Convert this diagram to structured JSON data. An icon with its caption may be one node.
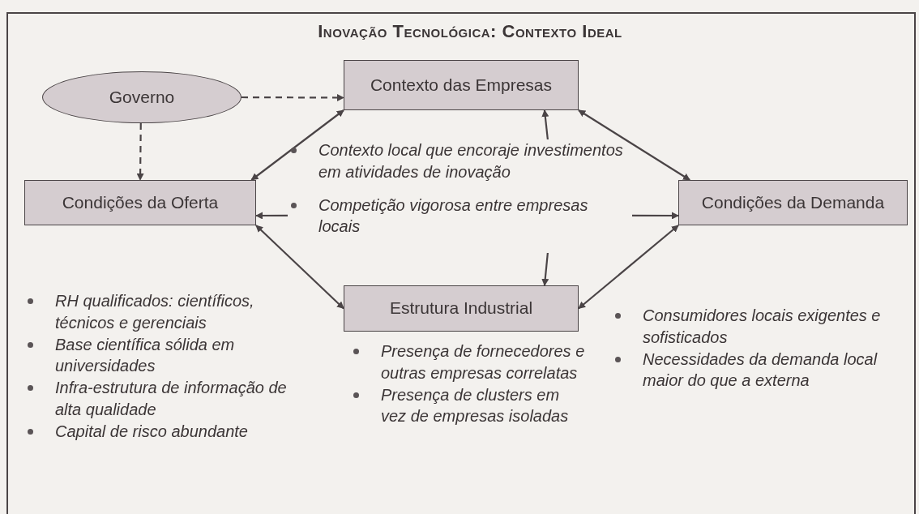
{
  "diagram": {
    "title": "Inovação Tecnológica: Contexto Ideal",
    "nodes": [
      {
        "text": [
          "Governo"
        ]
      },
      {
        "text": [
          "Contexto das Empresas"
        ]
      },
      {
        "text": [
          "Condições da Oferta"
        ],
        "beside": [
          "RH qualificados: científicos, técnicos e gerenciais",
          "Base científica sólida em universidades",
          "Infra-estrutura de informação de alta qualidade",
          "Capital de risco abundante"
        ]
      },
      {
        "text": [
          "Condições da Demanda"
        ],
        "beside": [
          "Consumidores locais exigentes e sofisticados",
          "Necessidades da demanda local maior do que a externa"
        ]
      },
      {
        "text": [
          "Estrutura Industrial"
        ],
        "beside": [
          "Presença de fornecedores e outras empresas correlatas",
          "Presença de clusters em vez de empresas isoladas"
        ]
      },
      {
        "text": [
          "Contexto local que encoraje investimentos em atividades de inovação",
          "Competição vigorosa entre empresas locais"
        ]
      }
    ],
    "edges": [
      {
        "from": 0,
        "to": 1,
        "arrow": "to",
        "style": "dashed"
      },
      {
        "from": 0,
        "to": 2,
        "arrow": "to",
        "style": "dashed"
      },
      {
        "from": 1,
        "to": 2,
        "arrow": "both"
      },
      {
        "from": 1,
        "to": 3,
        "arrow": "both"
      },
      {
        "from": 2,
        "to": 4,
        "arrow": "both"
      },
      {
        "from": 3,
        "to": 4,
        "arrow": "both"
      },
      {
        "from": 5,
        "to": 1,
        "arrow": "to"
      },
      {
        "from": 5,
        "to": 2,
        "arrow": "to"
      },
      {
        "from": 5,
        "to": 3,
        "arrow": "to"
      },
      {
        "from": 5,
        "to": 4,
        "arrow": "to"
      }
    ]
  }
}
